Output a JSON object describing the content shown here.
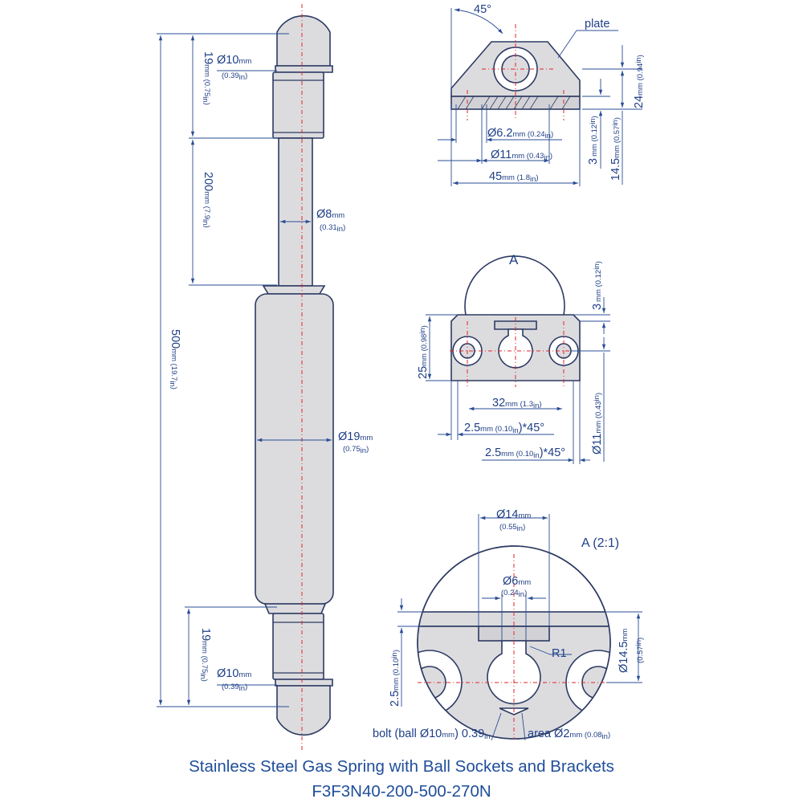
{
  "labels": {
    "angle_45": "45°",
    "plate": "plate",
    "d6_2": "Ø6.2",
    "d6_2_rest": " (0.24",
    "d11_top": "Ø11",
    "d11_top_rest": " (0.43",
    "w45": "45",
    "w45_rest": " (1.8",
    "h24": "24",
    "h24_rest": " (0.94",
    "h3": "3",
    "h3_rest": " (0.12",
    "h14_5": "14.5",
    "h14_5_rest": " (0.57",
    "view_a": "A",
    "h3_side": "3",
    "h3_side_rest": " (0.12",
    "h25": "25",
    "h25_rest": " (0.98",
    "w32": "32",
    "w32_rest": " (1.3",
    "d11_side": "Ø11",
    "d11_side_rest": " (0.43",
    "ch1": "2.5",
    "ch1_rest": " (0.10",
    "ch1_tail": ")*45°",
    "ch2": "2.5",
    "ch2_rest": " (0.10",
    "ch2_tail": ")*45°",
    "d14": "Ø14",
    "d14_in": "(0.55",
    "view_a_scale": "A (2:1)",
    "d6": "Ø6",
    "d6_in": "(0.24",
    "r1": "R1",
    "d14_5": "Ø14.5",
    "d14_5_in": "(0.57",
    "h2_5": "2.5",
    "h2_5_rest": " (0.10",
    "bolt_prefix": "bolt (ball Ø10",
    "bolt_in": ") 0.39",
    "area_prefix": "area Ø2",
    "area_in": " (0.08",
    "len19_top": "19",
    "len19_top_rest": " (0.75",
    "len200": "200",
    "len200_rest": " (7.9",
    "len500": "500",
    "len500_rest": " (19.7",
    "len19_bot": "19",
    "len19_bot_rest": " (0.75",
    "ball_top": "Ø10",
    "ball_top_in": "(0.39",
    "rod": "Ø8",
    "rod_in": "(0.31",
    "cyl": "Ø19",
    "cyl_in": "(0.75",
    "ball_bot": "Ø10",
    "ball_bot_in": "(0.39",
    "unit_mm": "mm",
    "unit_in": "in",
    "close_paren": ")"
  },
  "title": {
    "line1": "Stainless Steel Gas Spring with Ball Sockets and Brackets",
    "line2": "F3F3N40-200-500-270N"
  }
}
